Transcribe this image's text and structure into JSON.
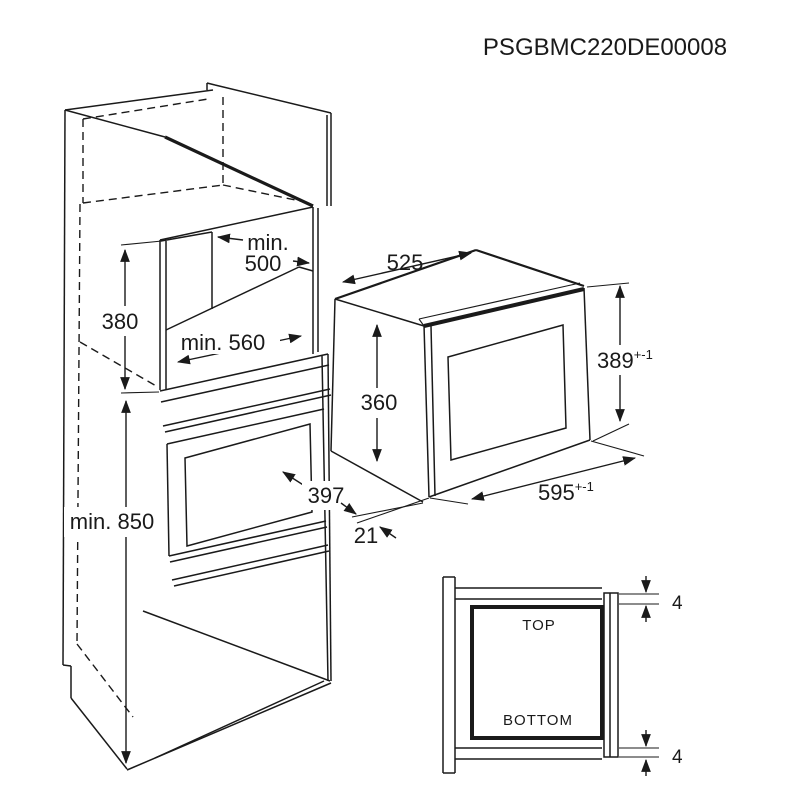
{
  "title": "PSGBMC220DE00008",
  "colors": {
    "line": "#1a1a1a",
    "background": "#ffffff"
  },
  "cabinet_dims": {
    "niche_width_line1": "min.",
    "niche_width_line2": "500",
    "niche_height": "380",
    "niche_depth": "min. 560",
    "base_height": "min. 850",
    "door_width": "397"
  },
  "microwave_dims": {
    "body_width": "525",
    "body_height": "360",
    "frame_height": "389",
    "frame_height_tolerance": "+-1",
    "frame_width": "595",
    "frame_width_tolerance": "+-1",
    "frame_projection": "21"
  },
  "clearance_detail": {
    "top_label": "TOP",
    "bottom_label": "BOTTOM",
    "top_gap": "4",
    "bottom_gap": "4"
  }
}
